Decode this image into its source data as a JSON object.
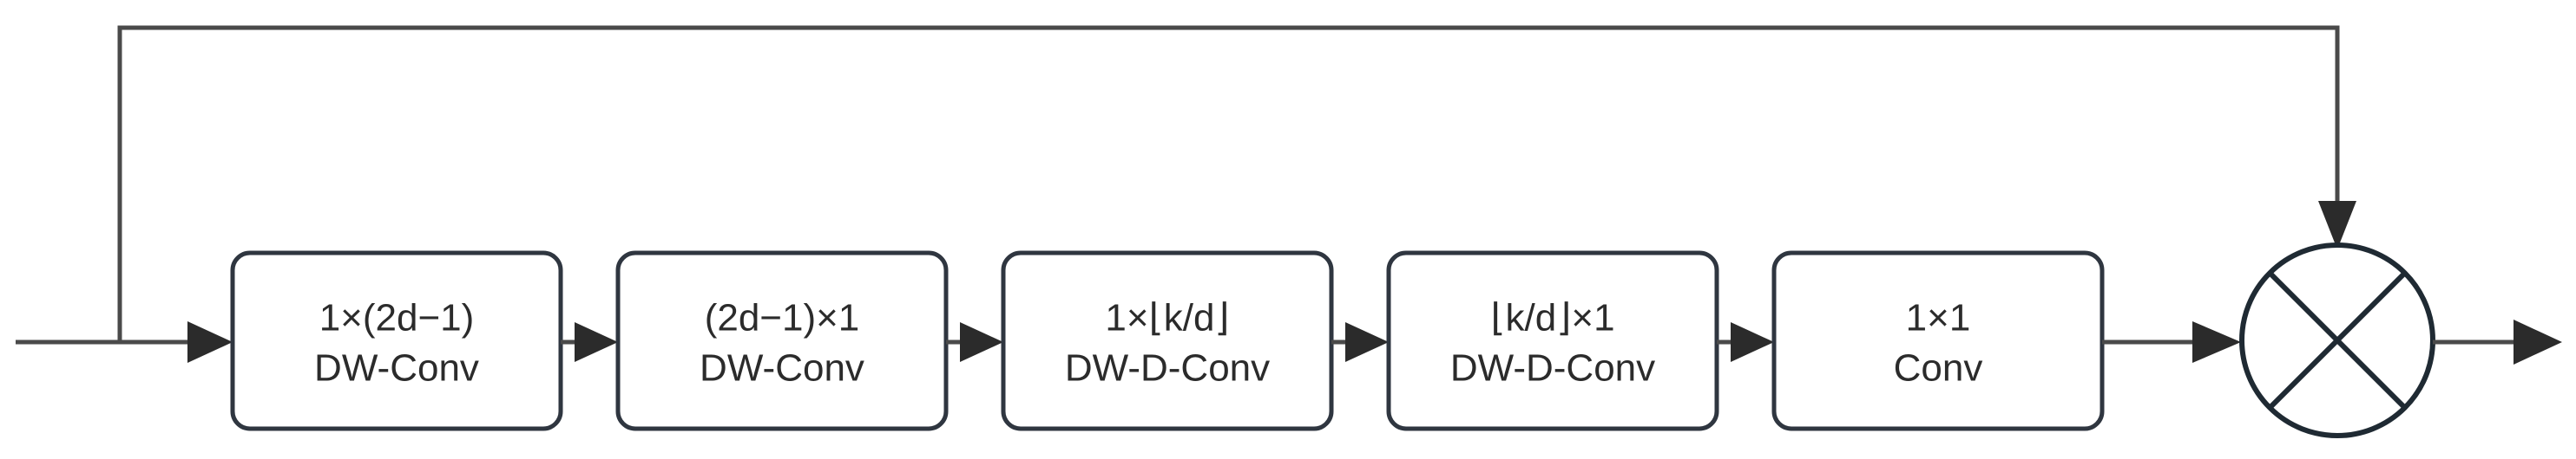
{
  "diagram": {
    "title": "Decomposed large-kernel depthwise convolution block with residual multiplicative attention",
    "type": "block-flow-diagram",
    "background_color": "#ffffff",
    "line_color": "#4a4a4a",
    "block_border_color": "#2f3640",
    "text_color": "#2b2b2b",
    "blocks": [
      {
        "id": "block-1",
        "line1": "1×(2d−1)",
        "line2": "DW-Conv"
      },
      {
        "id": "block-2",
        "line1": "(2d−1)×1",
        "line2": "DW-Conv"
      },
      {
        "id": "block-3",
        "line1": "1×⌊k/d⌋",
        "line2": "DW-D-Conv"
      },
      {
        "id": "block-4",
        "line1": "⌊k/d⌋×1",
        "line2": "DW-D-Conv"
      },
      {
        "id": "block-5",
        "line1": "1×1",
        "line2": "Conv"
      }
    ],
    "operator_node": {
      "id": "elementwise-multiply",
      "symbol": "×",
      "shape": "circle-with-cross"
    },
    "connections": {
      "input_arrow": "input-arrow",
      "between_arrows": [
        "arrow-1-2",
        "arrow-2-3",
        "arrow-3-4",
        "arrow-4-5",
        "arrow-5-mul"
      ],
      "skip_connection": "skip-connection-path",
      "skip_arrow": "skip-arrow-into-multiply",
      "output_arrow": "output-arrow"
    }
  }
}
